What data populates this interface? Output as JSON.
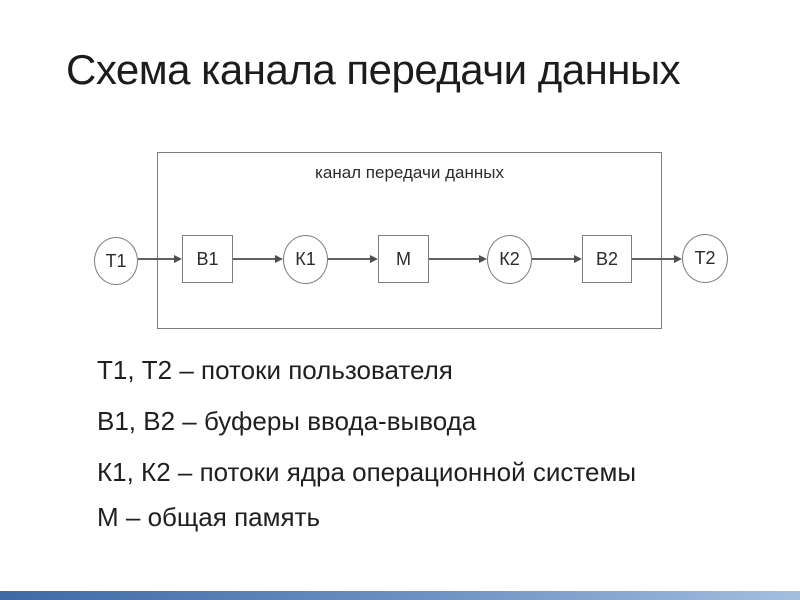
{
  "slide": {
    "title": "Схема канала передачи данных"
  },
  "diagram": {
    "container_label": "канал передачи данных",
    "nodes": [
      {
        "id": "T1",
        "label": "Т1",
        "shape": "ellipse"
      },
      {
        "id": "B1",
        "label": "В1",
        "shape": "rect"
      },
      {
        "id": "K1",
        "label": "К1",
        "shape": "ellipse"
      },
      {
        "id": "M",
        "label": "М",
        "shape": "rect"
      },
      {
        "id": "K2",
        "label": "К2",
        "shape": "ellipse"
      },
      {
        "id": "B2",
        "label": "В2",
        "shape": "rect"
      },
      {
        "id": "T2",
        "label": "Т2",
        "shape": "ellipse"
      }
    ]
  },
  "legend": {
    "items": [
      "Т1, Т2 – потоки пользователя",
      "В1, В2 – буферы ввода-вывода",
      "К1, К2 – потоки ядра операционной системы",
      "М – общая память"
    ]
  },
  "colors": {
    "text": "#1c1c1c",
    "line": "#7d7d7d",
    "accent_bar": "#4f81bd"
  }
}
